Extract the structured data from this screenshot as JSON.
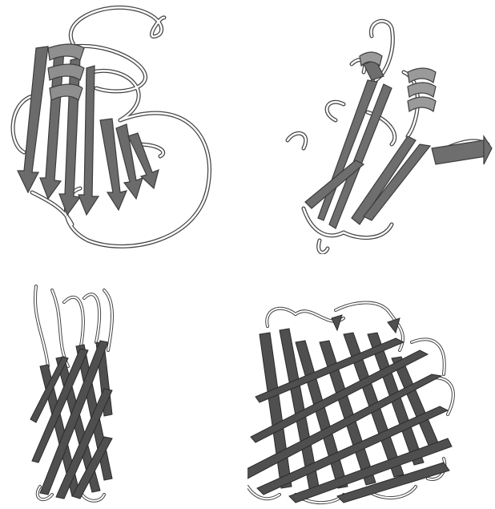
{
  "figure": {
    "panels": [
      {
        "id": "tl",
        "subject": "beta-sandwich-protein-ribbon",
        "style": {
          "strand": "#6b6b6b",
          "strand_edge": "#3d3d3d",
          "helix": "#8f8f8f",
          "loop": "#ffffff"
        }
      },
      {
        "id": "tr",
        "subject": "alpha-beta-fold-protein-ribbon",
        "style": {
          "strand": "#6e6e6e",
          "strand_edge": "#3d3d3d",
          "helix": "#9a9a9a",
          "loop": "#ffffff"
        }
      },
      {
        "id": "bl",
        "subject": "narrow-beta-barrel-ribbon",
        "style": {
          "strand": "#4f4f4f",
          "strand_edge": "#2b2b2b",
          "loop": "#ffffff"
        }
      },
      {
        "id": "br",
        "subject": "wide-beta-barrel-ribbon",
        "style": {
          "strand": "#4f4f4f",
          "strand_edge": "#2b2b2b",
          "loop": "#ffffff"
        }
      }
    ],
    "background": "#ffffff"
  }
}
